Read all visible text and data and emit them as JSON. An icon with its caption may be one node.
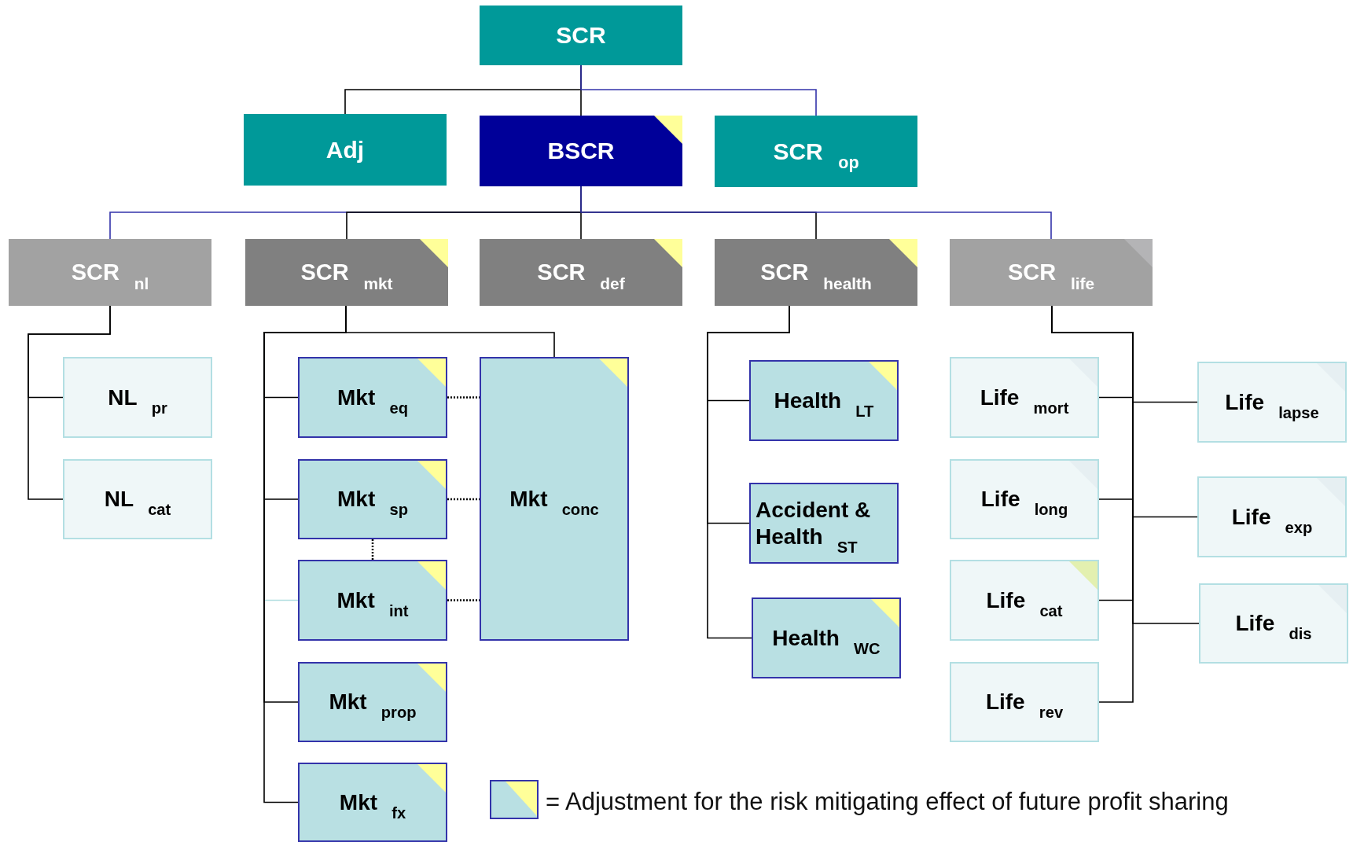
{
  "diagram": {
    "nodes": [
      {
        "text": [
          "SCR"
        ]
      },
      {
        "text": [
          "Adj"
        ]
      },
      {
        "text": [
          "BSCR"
        ]
      },
      {
        "text": [
          "SCR$_{op}$"
        ]
      },
      {
        "text": [
          "SCR$_{nl}$"
        ]
      },
      {
        "text": [
          "SCR$_{mkt}$"
        ]
      },
      {
        "text": [
          "SCR$_{def}$"
        ]
      },
      {
        "text": [
          "SCR$_{health}$"
        ]
      },
      {
        "text": [
          "SCR$_{life}$"
        ]
      },
      {
        "text": [
          "NL$_{pr}$"
        ]
      },
      {
        "text": [
          "NL$_{cat}$"
        ]
      },
      {
        "text": [
          "Mkt$_{eq}$"
        ]
      },
      {
        "text": [
          "Mkt$_{sp}$"
        ]
      },
      {
        "text": [
          "Mkt$_{int}$"
        ]
      },
      {
        "text": [
          "Mkt$_{prop}$"
        ]
      },
      {
        "text": [
          "Mkt$_{fx}$"
        ]
      },
      {
        "text": [
          "Mkt$_{conc}$"
        ]
      },
      {
        "text": [
          "Health$_{LT}$"
        ]
      },
      {
        "text": [
          "Accident & Health$_{ST}$"
        ]
      },
      {
        "text": [
          "Health$_{WC}$"
        ]
      },
      {
        "text": [
          "Life$_{mort}$"
        ]
      },
      {
        "text": [
          "Life$_{long}$"
        ]
      },
      {
        "text": [
          "Life$_{cat}$"
        ]
      },
      {
        "text": [
          "Life$_{rev}$"
        ]
      },
      {
        "text": [
          "Life$_{lapse}$"
        ]
      },
      {
        "text": [
          "Life$_{exp}$"
        ]
      },
      {
        "text": [
          "Life$_{dis}$"
        ]
      }
    ],
    "edges": [
      {
        "from": 0,
        "to": 1,
        "arrow": "none"
      },
      {
        "from": 0,
        "to": 2,
        "arrow": "none"
      },
      {
        "from": 0,
        "to": 3,
        "arrow": "none",
        "color": "#3333aa"
      },
      {
        "from": 2,
        "to": 4,
        "arrow": "none",
        "color": "#3333aa"
      },
      {
        "from": 2,
        "to": 5,
        "arrow": "none"
      },
      {
        "from": 2,
        "to": 6,
        "arrow": "none"
      },
      {
        "from": 2,
        "to": 7,
        "arrow": "none"
      },
      {
        "from": 2,
        "to": 8,
        "arrow": "none",
        "color": "#3333aa"
      },
      {
        "from": 4,
        "to": 9,
        "arrow": "none"
      },
      {
        "from": 4,
        "to": 10,
        "arrow": "none"
      },
      {
        "from": 5,
        "to": 11,
        "arrow": "none"
      },
      {
        "from": 5,
        "to": 12,
        "arrow": "none"
      },
      {
        "from": 5,
        "to": 13,
        "arrow": "none",
        "color": "#b0dde0"
      },
      {
        "from": 5,
        "to": 14,
        "arrow": "none"
      },
      {
        "from": 5,
        "to": 15,
        "arrow": "none"
      },
      {
        "from": 5,
        "to": 16,
        "arrow": "none"
      },
      {
        "from": 11,
        "to": 16,
        "arrow": "none",
        "style": "dashed"
      },
      {
        "from": 12,
        "to": 16,
        "arrow": "none",
        "style": "dashed"
      },
      {
        "from": 13,
        "to": 16,
        "arrow": "none",
        "style": "dashed"
      },
      {
        "from": 12,
        "to": 13,
        "arrow": "none",
        "style": "dashed"
      },
      {
        "from": 7,
        "to": 17,
        "arrow": "none"
      },
      {
        "from": 7,
        "to": 18,
        "arrow": "none"
      },
      {
        "from": 7,
        "to": 19,
        "arrow": "none"
      },
      {
        "from": 8,
        "to": 20,
        "arrow": "none"
      },
      {
        "from": 8,
        "to": 21,
        "arrow": "none"
      },
      {
        "from": 8,
        "to": 22,
        "arrow": "none"
      },
      {
        "from": 8,
        "to": 23,
        "arrow": "none"
      },
      {
        "from": 8,
        "to": 24,
        "arrow": "none"
      },
      {
        "from": 8,
        "to": 25,
        "arrow": "none"
      },
      {
        "from": 8,
        "to": 26,
        "arrow": "none"
      }
    ],
    "legend": [
      {
        "text": "= Adjustment for the risk mitigating effect of future profit sharing"
      }
    ]
  }
}
